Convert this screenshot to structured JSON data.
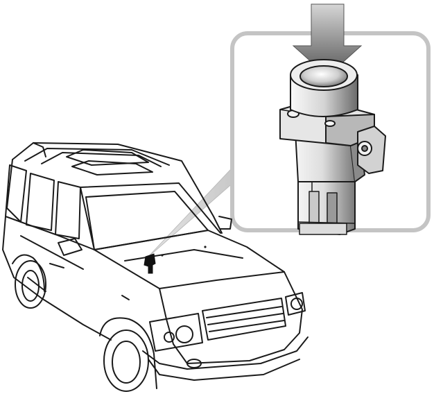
{
  "figure": {
    "subjects": [
      "vehicle",
      "component-detail",
      "pointer-arrow",
      "location-callout"
    ],
    "colors": {
      "background": "#ffffff",
      "line": "#1a1a1a",
      "callout_frame": "#c4c4c4",
      "callout_beam": "#d8d8d8",
      "arrow_top": "#d6d6d6",
      "arrow_bottom": "#555555",
      "part_light": "#f2f2f2",
      "part_mid": "#bdbdbd",
      "part_dark": "#6e6e6e",
      "marker": "#111111"
    }
  }
}
